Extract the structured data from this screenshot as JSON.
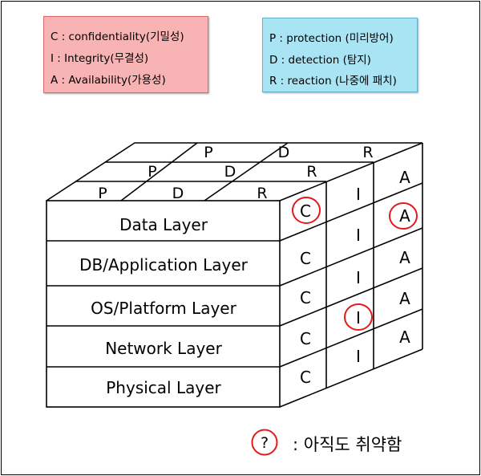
{
  "colors": {
    "cia_bg": "#f8b4b4",
    "cia_border": "#d46a6a",
    "pdr_bg": "#a8e4f4",
    "pdr_border": "#62b0cc",
    "highlight": "#e41a1a"
  },
  "legend_cia": {
    "c": "C : confidentiality(기밀성)",
    "i": "I  : Integrity(무결성)",
    "a": "A : Availability(가용성)"
  },
  "legend_pdr": {
    "p": "P : protection (미리방어)",
    "d": "D : detection (탐지)",
    "r": "R : reaction (나중에 패치)"
  },
  "cube": {
    "layers": [
      "Data Layer",
      "DB/Application Layer",
      "OS/Platform Layer",
      "Network Layer",
      "Physical Layer"
    ],
    "top_rows": [
      [
        "P",
        "D",
        "R"
      ],
      [
        "P",
        "D",
        "R"
      ],
      [
        "P",
        "D",
        "R"
      ]
    ],
    "side_columns": {
      "c": [
        "C",
        "C",
        "C",
        "C",
        "C"
      ],
      "i": [
        "I",
        "I",
        "I",
        "I",
        "I"
      ],
      "a": [
        "A",
        "A",
        "A",
        "A",
        "A"
      ]
    }
  },
  "key": {
    "symbol": "?",
    "text": ": 아직도 취약함"
  }
}
